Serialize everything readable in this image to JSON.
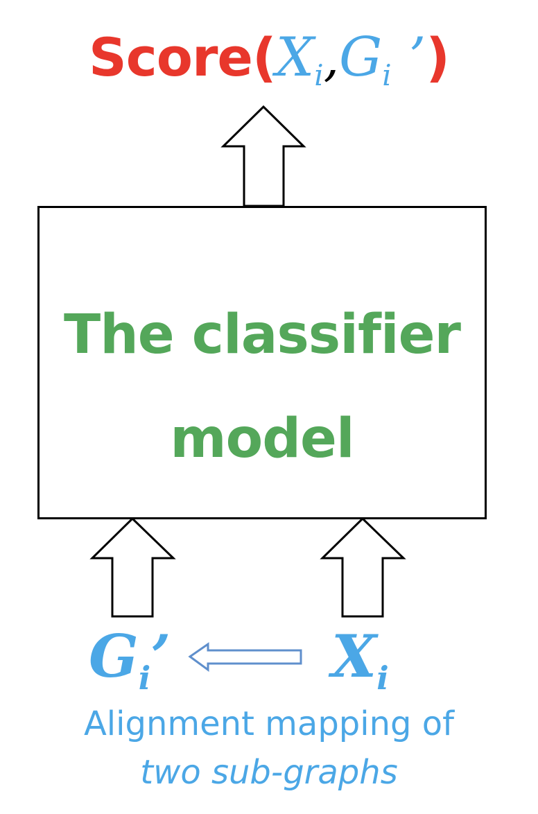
{
  "colors": {
    "score": "#e8372c",
    "variable": "#4ba7e6",
    "classifier": "#54a75a",
    "arrow_outline": "#000000",
    "mapping_arrow": "#5f8fcc",
    "box_border": "#000000"
  },
  "score": {
    "word": "Score",
    "open_paren": "(",
    "x_var": "X",
    "x_sub": "i",
    "comma": ",",
    "g_var": "G",
    "g_sub": "i",
    "g_prime": " ’",
    "close_paren": ")"
  },
  "classifier": {
    "line1": "The classifier",
    "line2": "model"
  },
  "inputs": {
    "g_var": "G",
    "g_sub": "i",
    "g_prime": "’",
    "x_var": "X",
    "x_sub": "i"
  },
  "mapping": {
    "line1": "Alignment mapping of",
    "line2": "two sub-graphs"
  }
}
